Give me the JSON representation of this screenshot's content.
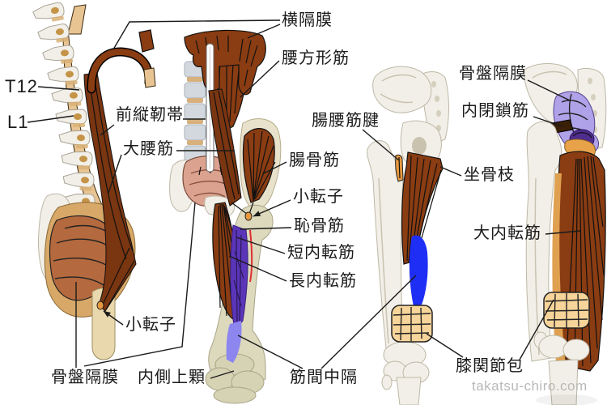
{
  "watermark": "takatsu-chiro.com",
  "labels": {
    "diaphragm": "横隔膜",
    "quadratus_lumborum": "腰方形筋",
    "t12": "T12",
    "l1": "L1",
    "anterior_longitudinal_ligament": "前縦靭帯",
    "psoas_major": "大腰筋",
    "iliacus": "腸骨筋",
    "lesser_trochanter": "小転子",
    "pectineus": "恥骨筋",
    "adductor_brevis": "短内転筋",
    "adductor_longus": "長内転筋",
    "iliopsoas_tendon": "腸腰筋腱",
    "ischial_ramus": "坐骨枝",
    "pelvic_diaphragm": "骨盤隔膜",
    "obturator_internus": "内閉鎖筋",
    "adductor_magnus": "大内転筋",
    "medial_epicondyle": "内側上顆",
    "intermuscular_septum": "筋間中隔",
    "knee_joint_capsule": "膝関節包"
  },
  "colors": {
    "muscle_brown": "#8a3c12",
    "muscle_dark": "#7a3511",
    "bone": "#f2efe8",
    "bone_shade": "#d6d2b4",
    "ligament_tan": "#e9c493",
    "pelvis_tan": "#d8a868",
    "pelvic_muscle": "#b4693e",
    "pelvic_floor_pink": "#dba38f",
    "adductor_purple": "#5b35b8",
    "fascia_blue": "#8c86ee",
    "photo_blue": "#1e2ef5",
    "lavender": "#b0a2e8",
    "purple_dark": "#4f2d8e",
    "capsule_tan": "#f6d49a",
    "tendon_orange": "#e8993f",
    "septum_red": "#e03030",
    "line_black": "#1a1a1a",
    "watermark_gray": "#b9b9b9",
    "spine_gray": "#d3d8de",
    "disc_tan": "#d8b07c"
  }
}
